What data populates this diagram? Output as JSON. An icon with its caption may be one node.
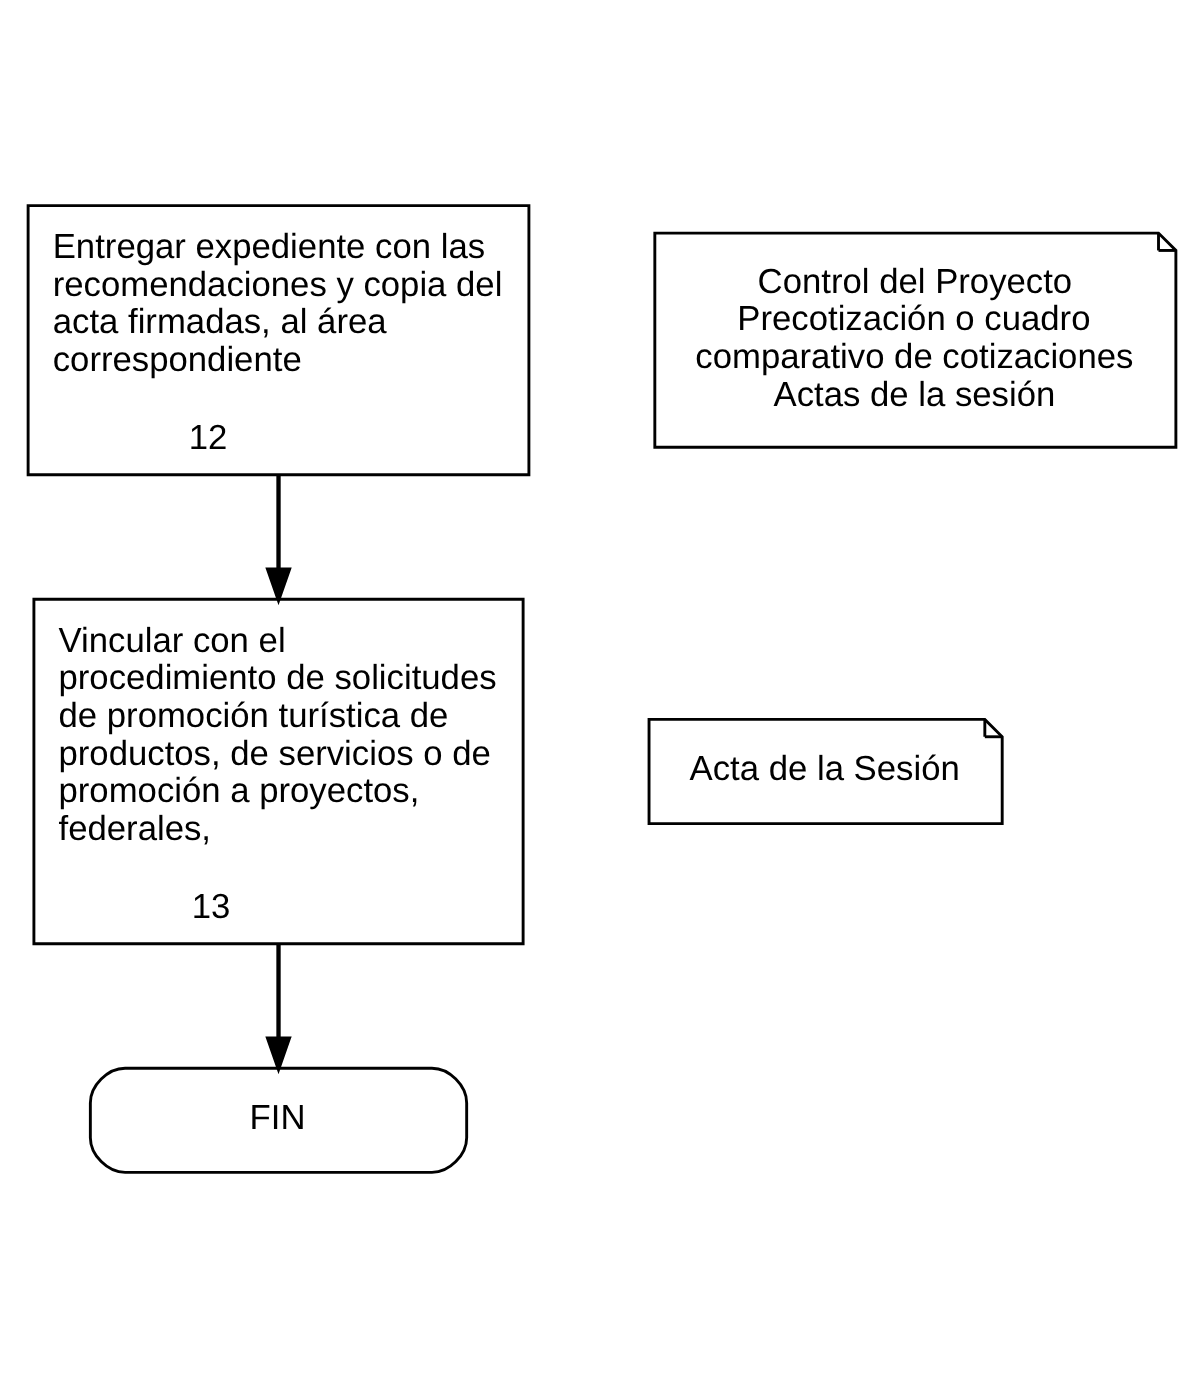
{
  "diagram": {
    "nodes": [
      {
        "text": [
          "Entregar expediente con las recomendaciones y copia del acta firmadas, al área correspondiente",
          "12"
        ]
      },
      {
        "text": [
          "Control del Proyecto",
          "Precotización o cuadro comparativo de cotizaciones",
          "Actas de la sesión"
        ]
      },
      {
        "text": [
          "Vincular con el procedimiento de solicitudes de promoción turística de productos, de servicios o de promoción a proyectos, federales,",
          "13"
        ]
      },
      {
        "text": [
          "Acta de la Sesión"
        ]
      },
      {
        "text": [
          "FIN"
        ]
      }
    ],
    "edges": [
      {
        "from": 0,
        "to": 2,
        "arrow": "to"
      },
      {
        "from": 2,
        "to": 4,
        "arrow": "to"
      }
    ]
  }
}
